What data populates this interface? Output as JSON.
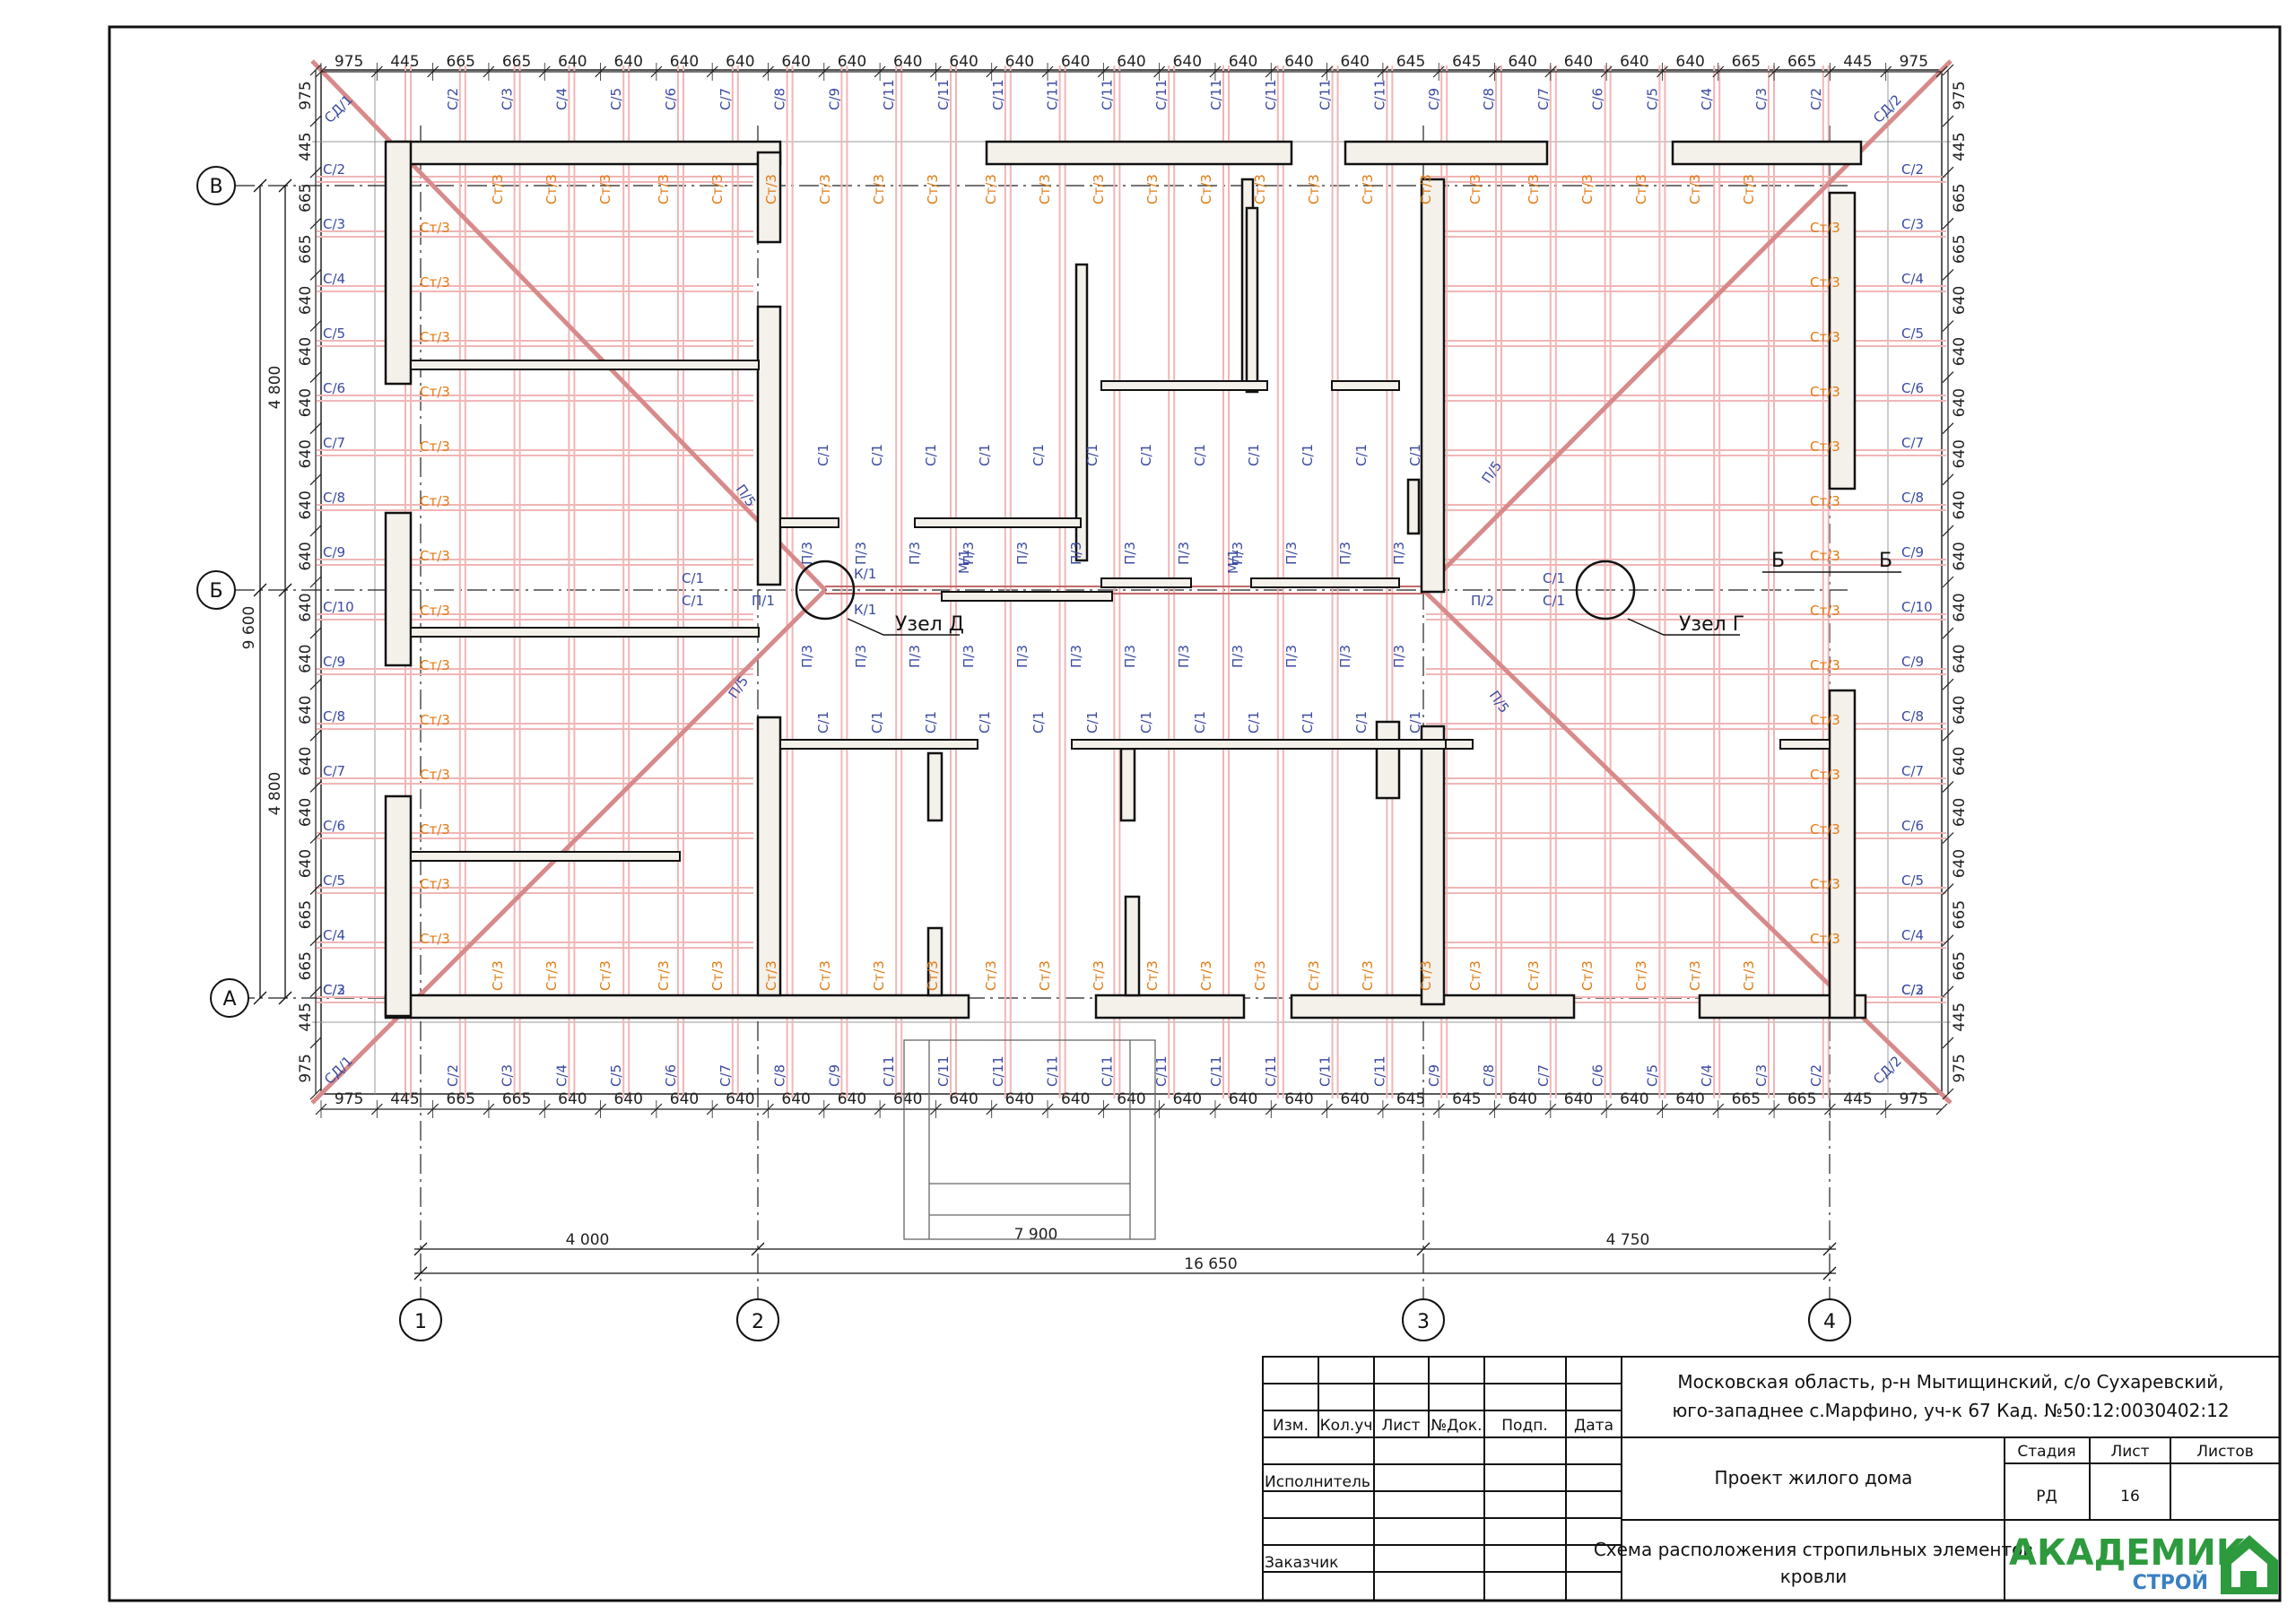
{
  "drawing": {
    "top_dims": [
      "975",
      "445",
      "665",
      "665",
      "640",
      "640",
      "640",
      "640",
      "640",
      "640",
      "640",
      "640",
      "640",
      "640",
      "640",
      "640",
      "640",
      "640",
      "640",
      "645",
      "645",
      "640",
      "640",
      "640",
      "640",
      "665",
      "665",
      "445",
      "975"
    ],
    "bottom_dims": [
      "975",
      "445",
      "665",
      "665",
      "640",
      "640",
      "640",
      "640",
      "640",
      "640",
      "640",
      "640",
      "640",
      "640",
      "640",
      "640",
      "640",
      "640",
      "640",
      "645",
      "645",
      "640",
      "640",
      "640",
      "640",
      "665",
      "665",
      "445",
      "975"
    ],
    "left_dims": [
      "975",
      "445",
      "665",
      "665",
      "640",
      "640",
      "640",
      "640",
      "640",
      "640",
      "640",
      "640",
      "640",
      "640",
      "640",
      "640",
      "665",
      "665",
      "445",
      "975"
    ],
    "rafter_labels_top": [
      "С/2",
      "С/3",
      "С/4",
      "С/5",
      "С/6",
      "С/7",
      "С/8",
      "С/9",
      "С/11",
      "С/11",
      "С/11",
      "С/11",
      "С/11",
      "С/11",
      "С/11",
      "С/11",
      "С/11",
      "С/11",
      "С/9",
      "С/8",
      "С/7",
      "С/6",
      "С/5",
      "С/4",
      "С/3",
      "С/2"
    ],
    "rafter_labels_side": [
      "С/2",
      "С/3",
      "С/4",
      "С/5",
      "С/6",
      "С/7",
      "С/8",
      "С/9",
      "С/10",
      "С/9",
      "С/8",
      "С/7",
      "С/6",
      "С/5",
      "С/4",
      "С/3",
      "С/2"
    ],
    "corner_labels": [
      "СД/1",
      "СД/2"
    ],
    "post_label": "Ст/3",
    "ridge_labels": [
      "П/5",
      "П/5",
      "П/5",
      "П/5",
      "П/1",
      "П/2",
      "К/1",
      "К/1"
    ],
    "mid_labels": [
      "С/1",
      "С/1",
      "С/1",
      "С/1"
    ],
    "p3_label": "П/3",
    "m1_label": "М/1",
    "node_d": "Узел Д",
    "node_g": "Узел Г",
    "section_label": "Б",
    "axes_letters": [
      "В",
      "Б",
      "А"
    ],
    "axes_numbers": [
      "1",
      "2",
      "3",
      "4"
    ],
    "vertical_dims": {
      "upper": "4 800",
      "lower": "4 800",
      "total": "9 600"
    },
    "horizontal_dims": {
      "d12": "4 000",
      "d23": "7 900",
      "d34": "4 750",
      "total": "16 650"
    }
  },
  "title_block": {
    "header_cols": [
      "Изм.",
      "Кол.уч",
      "Лист",
      "№Док.",
      "Подп.",
      "Дата"
    ],
    "executor": "Исполнитель",
    "customer": "Заказчик",
    "address_line1": "Московская область, р-н Мытищинский, с/о Сухаревский,",
    "address_line2": "юго-западнее с.Марфино, уч-к 67  Кад. №50:12:0030402:12",
    "project": "Проект жилого дома",
    "sheet_title_1": "Схема расположения стропильных элементов",
    "sheet_title_2": "кровли",
    "stage_label": "Стадия",
    "sheet_label": "Лист",
    "sheets_label": "Листов",
    "stage_value": "РД",
    "sheet_value": "16",
    "logo_main": "АКАДЕМИК",
    "logo_sub": "СТРОЙ",
    "logo_color": "#2e9a3e",
    "logo_sub_color": "#3a7fc4"
  }
}
